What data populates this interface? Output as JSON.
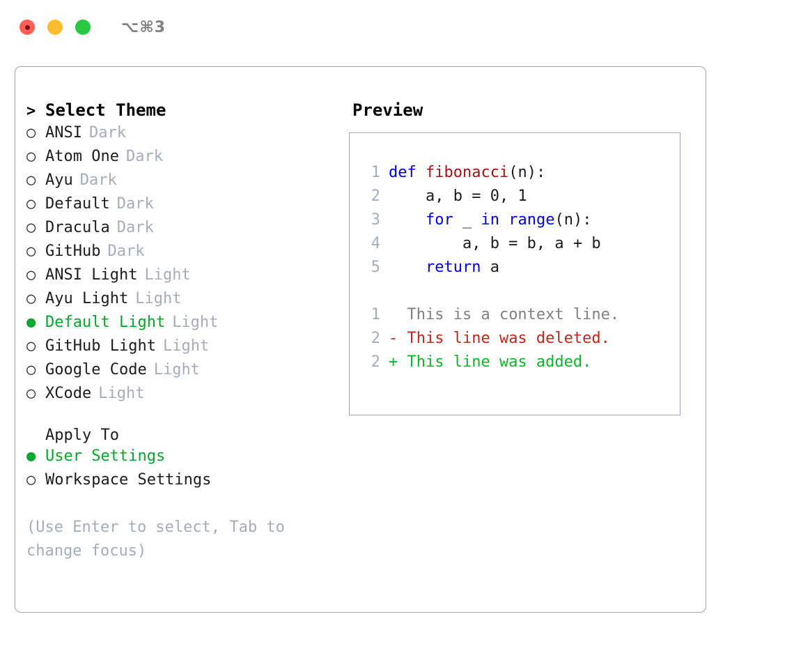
{
  "titlebar": {
    "lights": [
      {
        "name": "close",
        "color": "#ff5f57"
      },
      {
        "name": "minimize",
        "color": "#febc2e"
      },
      {
        "name": "maximize",
        "color": "#28c840"
      }
    ],
    "shortcut": "⌥⌘3"
  },
  "colors": {
    "selected_green": "#00a82d",
    "muted": "#a3adbb",
    "keyword_blue": "#0000ee",
    "function_red": "#a51414",
    "diff_removed": "#c0261c",
    "diff_added": "#0ab52b",
    "border": "#9aa6b5"
  },
  "theme_picker": {
    "header_marker": ">",
    "header": "Select Theme",
    "items": [
      {
        "marker": "○",
        "label": "ANSI",
        "tag": "Dark",
        "selected": false
      },
      {
        "marker": "○",
        "label": "Atom One",
        "tag": "Dark",
        "selected": false
      },
      {
        "marker": "○",
        "label": "Ayu",
        "tag": "Dark",
        "selected": false
      },
      {
        "marker": "○",
        "label": "Default",
        "tag": "Dark",
        "selected": false
      },
      {
        "marker": "○",
        "label": "Dracula",
        "tag": "Dark",
        "selected": false
      },
      {
        "marker": "○",
        "label": "GitHub",
        "tag": "Dark",
        "selected": false
      },
      {
        "marker": "○",
        "label": "ANSI Light",
        "tag": "Light",
        "selected": false
      },
      {
        "marker": "○",
        "label": "Ayu Light",
        "tag": "Light",
        "selected": false
      },
      {
        "marker": "●",
        "label": "Default Light",
        "tag": "Light",
        "selected": true
      },
      {
        "marker": "○",
        "label": "GitHub Light",
        "tag": "Light",
        "selected": false
      },
      {
        "marker": "○",
        "label": "Google Code",
        "tag": "Light",
        "selected": false
      },
      {
        "marker": "○",
        "label": "XCode",
        "tag": "Light",
        "selected": false
      }
    ]
  },
  "apply_to": {
    "heading": "Apply To",
    "options": [
      {
        "marker": "●",
        "label": "User Settings",
        "selected": true
      },
      {
        "marker": "○",
        "label": "Workspace Settings",
        "selected": false
      }
    ]
  },
  "hint": "(Use Enter to select, Tab to change focus)",
  "preview": {
    "title": "Preview",
    "code_lines": [
      {
        "no": "1",
        "tokens": [
          {
            "t": "def ",
            "c": "kw"
          },
          {
            "t": "fibonacci",
            "c": "fn"
          },
          {
            "t": "(n):",
            "c": "pl"
          }
        ]
      },
      {
        "no": "2",
        "tokens": [
          {
            "t": "    a, b = 0, 1",
            "c": "pl"
          }
        ]
      },
      {
        "no": "3",
        "tokens": [
          {
            "t": "    ",
            "c": "pl"
          },
          {
            "t": "for",
            "c": "kw"
          },
          {
            "t": " _ ",
            "c": "pl"
          },
          {
            "t": "in",
            "c": "kw"
          },
          {
            "t": " ",
            "c": "pl"
          },
          {
            "t": "range",
            "c": "kw"
          },
          {
            "t": "(n):",
            "c": "pl"
          }
        ]
      },
      {
        "no": "4",
        "tokens": [
          {
            "t": "        a, b = b, a + b",
            "c": "pl"
          }
        ]
      },
      {
        "no": "5",
        "tokens": [
          {
            "t": "    ",
            "c": "pl"
          },
          {
            "t": "return",
            "c": "kw"
          },
          {
            "t": " a",
            "c": "pl"
          }
        ]
      }
    ],
    "diff_lines": [
      {
        "no": "1",
        "sign": " ",
        "text": " This is a context line.",
        "kind": "ctx"
      },
      {
        "no": "2",
        "sign": "-",
        "text": " This line was deleted.",
        "kind": "del"
      },
      {
        "no": "2",
        "sign": "+",
        "text": " This line was added.",
        "kind": "add"
      }
    ]
  }
}
